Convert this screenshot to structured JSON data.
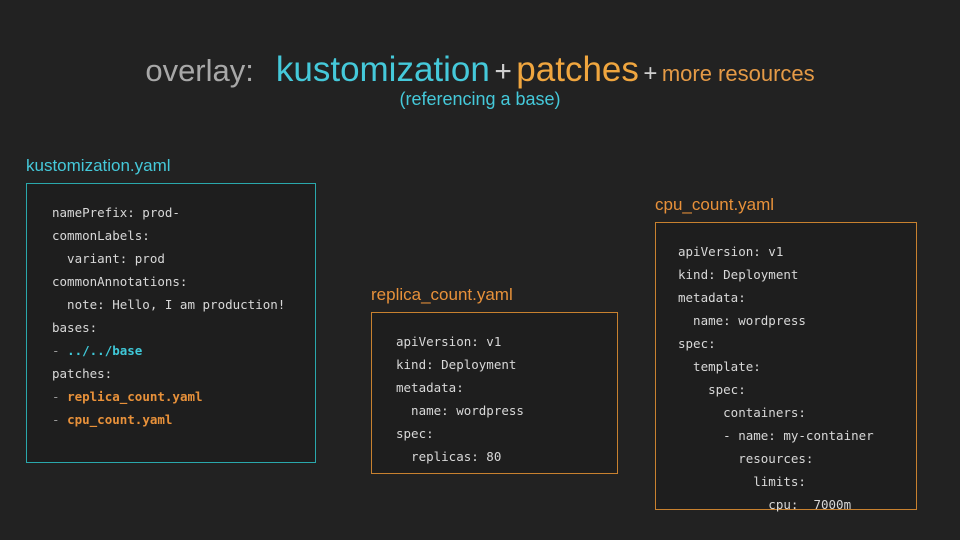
{
  "slide": {
    "background_color": "#222222",
    "title": {
      "prefix": "overlay:",
      "prefix_color": "#a8a8a8",
      "term1": "kustomization",
      "term1_color": "#45c9da",
      "plus1": "+",
      "term2": "patches",
      "term2_color": "#f0a63f",
      "plus2": "+",
      "term3": "more resources",
      "term3_color": "#e59a46",
      "subtitle": "(referencing a base)",
      "subtitle_color": "#45c9da"
    },
    "cards": [
      {
        "label": "kustomization.yaml",
        "label_color": "#45c9da",
        "border_color": "#2aa8ac",
        "lines": [
          [
            {
              "t": "namePrefix: prod-",
              "c": "plain"
            }
          ],
          [
            {
              "t": "commonLabels:",
              "c": "plain"
            }
          ],
          [
            {
              "t": "  variant: prod",
              "c": "plain"
            }
          ],
          [
            {
              "t": "commonAnnotations:",
              "c": "plain"
            }
          ],
          [
            {
              "t": "  note: Hello, I am production!",
              "c": "plain"
            }
          ],
          [
            {
              "t": "bases:",
              "c": "plain"
            }
          ],
          [
            {
              "t": "- ",
              "c": "dash"
            },
            {
              "t": "../../base",
              "c": "cyan"
            }
          ],
          [
            {
              "t": "patches:",
              "c": "plain"
            }
          ],
          [
            {
              "t": "- ",
              "c": "dash"
            },
            {
              "t": "replica_count.yaml",
              "c": "orange"
            }
          ],
          [
            {
              "t": "- ",
              "c": "dash"
            },
            {
              "t": "cpu_count.yaml",
              "c": "orange"
            }
          ]
        ]
      },
      {
        "label": "replica_count.yaml",
        "label_color": "#e8913a",
        "border_color": "#c8812f",
        "lines": [
          [
            {
              "t": "apiVersion: v1",
              "c": "plain"
            }
          ],
          [
            {
              "t": "kind: Deployment",
              "c": "plain"
            }
          ],
          [
            {
              "t": "metadata:",
              "c": "plain"
            }
          ],
          [
            {
              "t": "  name: wordpress",
              "c": "plain"
            }
          ],
          [
            {
              "t": "spec:",
              "c": "plain"
            }
          ],
          [
            {
              "t": "  replicas: 80",
              "c": "plain"
            }
          ]
        ]
      },
      {
        "label": "cpu_count.yaml",
        "label_color": "#e8913a",
        "border_color": "#c8812f",
        "lines": [
          [
            {
              "t": "apiVersion: v1",
              "c": "plain"
            }
          ],
          [
            {
              "t": "kind: Deployment",
              "c": "plain"
            }
          ],
          [
            {
              "t": "metadata:",
              "c": "plain"
            }
          ],
          [
            {
              "t": "  name: wordpress",
              "c": "plain"
            }
          ],
          [
            {
              "t": "spec:",
              "c": "plain"
            }
          ],
          [
            {
              "t": "  template:",
              "c": "plain"
            }
          ],
          [
            {
              "t": "    spec:",
              "c": "plain"
            }
          ],
          [
            {
              "t": "      containers:",
              "c": "plain"
            }
          ],
          [
            {
              "t": "      - name: my-container",
              "c": "plain"
            }
          ],
          [
            {
              "t": "        resources:",
              "c": "plain"
            }
          ],
          [
            {
              "t": "          limits:",
              "c": "plain"
            }
          ],
          [
            {
              "t": "            cpu:  7000m",
              "c": "plain"
            }
          ]
        ]
      }
    ]
  }
}
